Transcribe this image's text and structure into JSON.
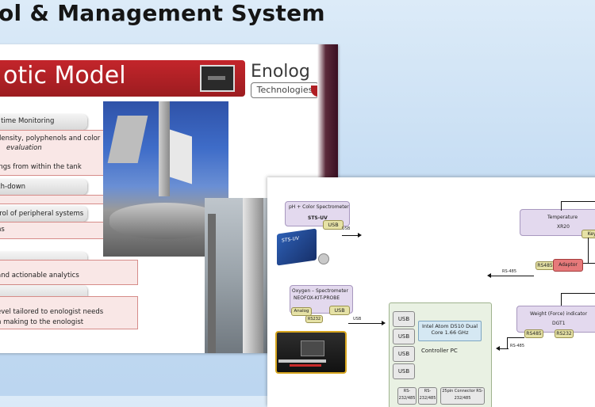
{
  "heading": "ol & Management System",
  "slide1": {
    "banner_title": "otic Model",
    "logo": {
      "brand": "Enolog",
      "tagline": "Technologies"
    },
    "items": [
      "l time Monitoring",
      "density, polyphenols and color",
      "evaluation",
      "ings from within the tank",
      "ch-down",
      "trol of peripheral systems",
      "ns",
      "and actionable analytics",
      "evel tailored to enologist needs",
      "n making to the enologist"
    ]
  },
  "slide2": {
    "ph_color_title": "pH + Color Spectrometer",
    "ph_color_model": "STS-UV",
    "usb": "USB",
    "oxygen_title": "Oxygen – Spectrometer",
    "oxygen_model": "NEOFOX-KIT-PROBE",
    "analog": "Analog",
    "rs232": "RS232",
    "cable_label_1": "USB",
    "cable_label_2": "USB",
    "controller_label": "Controller PC",
    "cpu_text": "Intel Atom D510 Dual Core 1.66 GHz",
    "connector_1": "RS-232/485",
    "connector_2": "RS-232/485",
    "connector_3": "25pin Connector RS-232/485",
    "temperature_title": "Temperature",
    "temperature_model": "XR20",
    "keypad": "Keyp",
    "rs485": "RS485",
    "adaptor": "Adaptor",
    "cable_label_3": "RS-485",
    "weight_title": "Weight (Force) indicator",
    "weight_model": "DGT1",
    "rs485_b": "RS485",
    "rs232_b": "RS232",
    "cable_label_4": "RS-485",
    "device_label": "STS-UV"
  }
}
